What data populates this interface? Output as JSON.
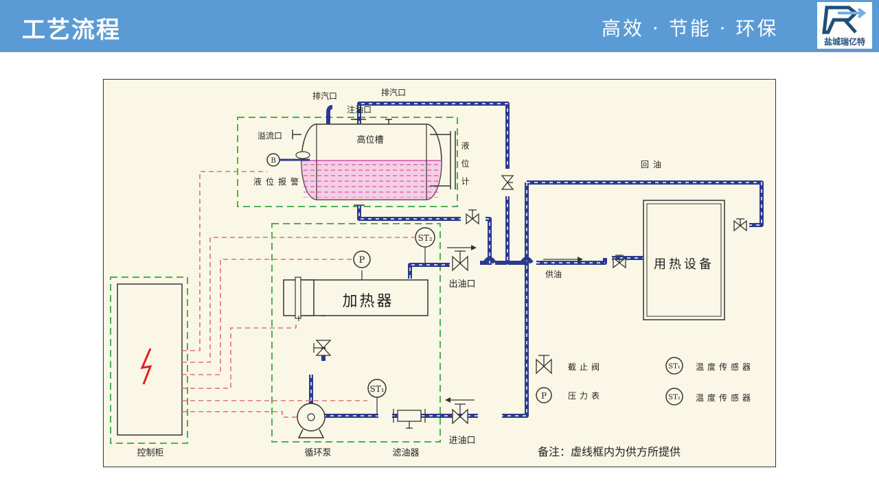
{
  "header": {
    "title": "工艺流程",
    "slogan": "高效 · 节能 · 环保",
    "logo_text": "盐城瑞亿特",
    "logo_mark": "R"
  },
  "diagram": {
    "labels": {
      "vent1": "排汽口",
      "vent2": "排汽口",
      "fill_port": "注油口",
      "overflow": "溢流口",
      "tank": "高位槽",
      "level_alarm": "液位报警",
      "level_meter": "液位计",
      "return_oil": "回油",
      "heater": "加热器",
      "oil_out": "出油口",
      "supply": "供油",
      "equipment": "用热设备",
      "pump": "循环泵",
      "filter": "滤油器",
      "oil_in": "进油口",
      "cabinet": "控制柜",
      "p_gauge": "P",
      "st1": "ST₁",
      "st2": "ST₂"
    },
    "legend": [
      {
        "symbol": "valve",
        "text": "截止阀"
      },
      {
        "symbol": "P",
        "text": "压力表"
      },
      {
        "symbol": "ST₁",
        "text": "温度传感器"
      },
      {
        "symbol": "ST₂",
        "text": "温度传感器"
      }
    ],
    "note": "备注：虚线框内为供方所提供",
    "colors": {
      "pipe": "#2b3a8f",
      "dashed_box": "#4caf50",
      "signal": "#e07070",
      "oil_fill": "#f2a6e0",
      "bolt": "#e02020"
    }
  }
}
